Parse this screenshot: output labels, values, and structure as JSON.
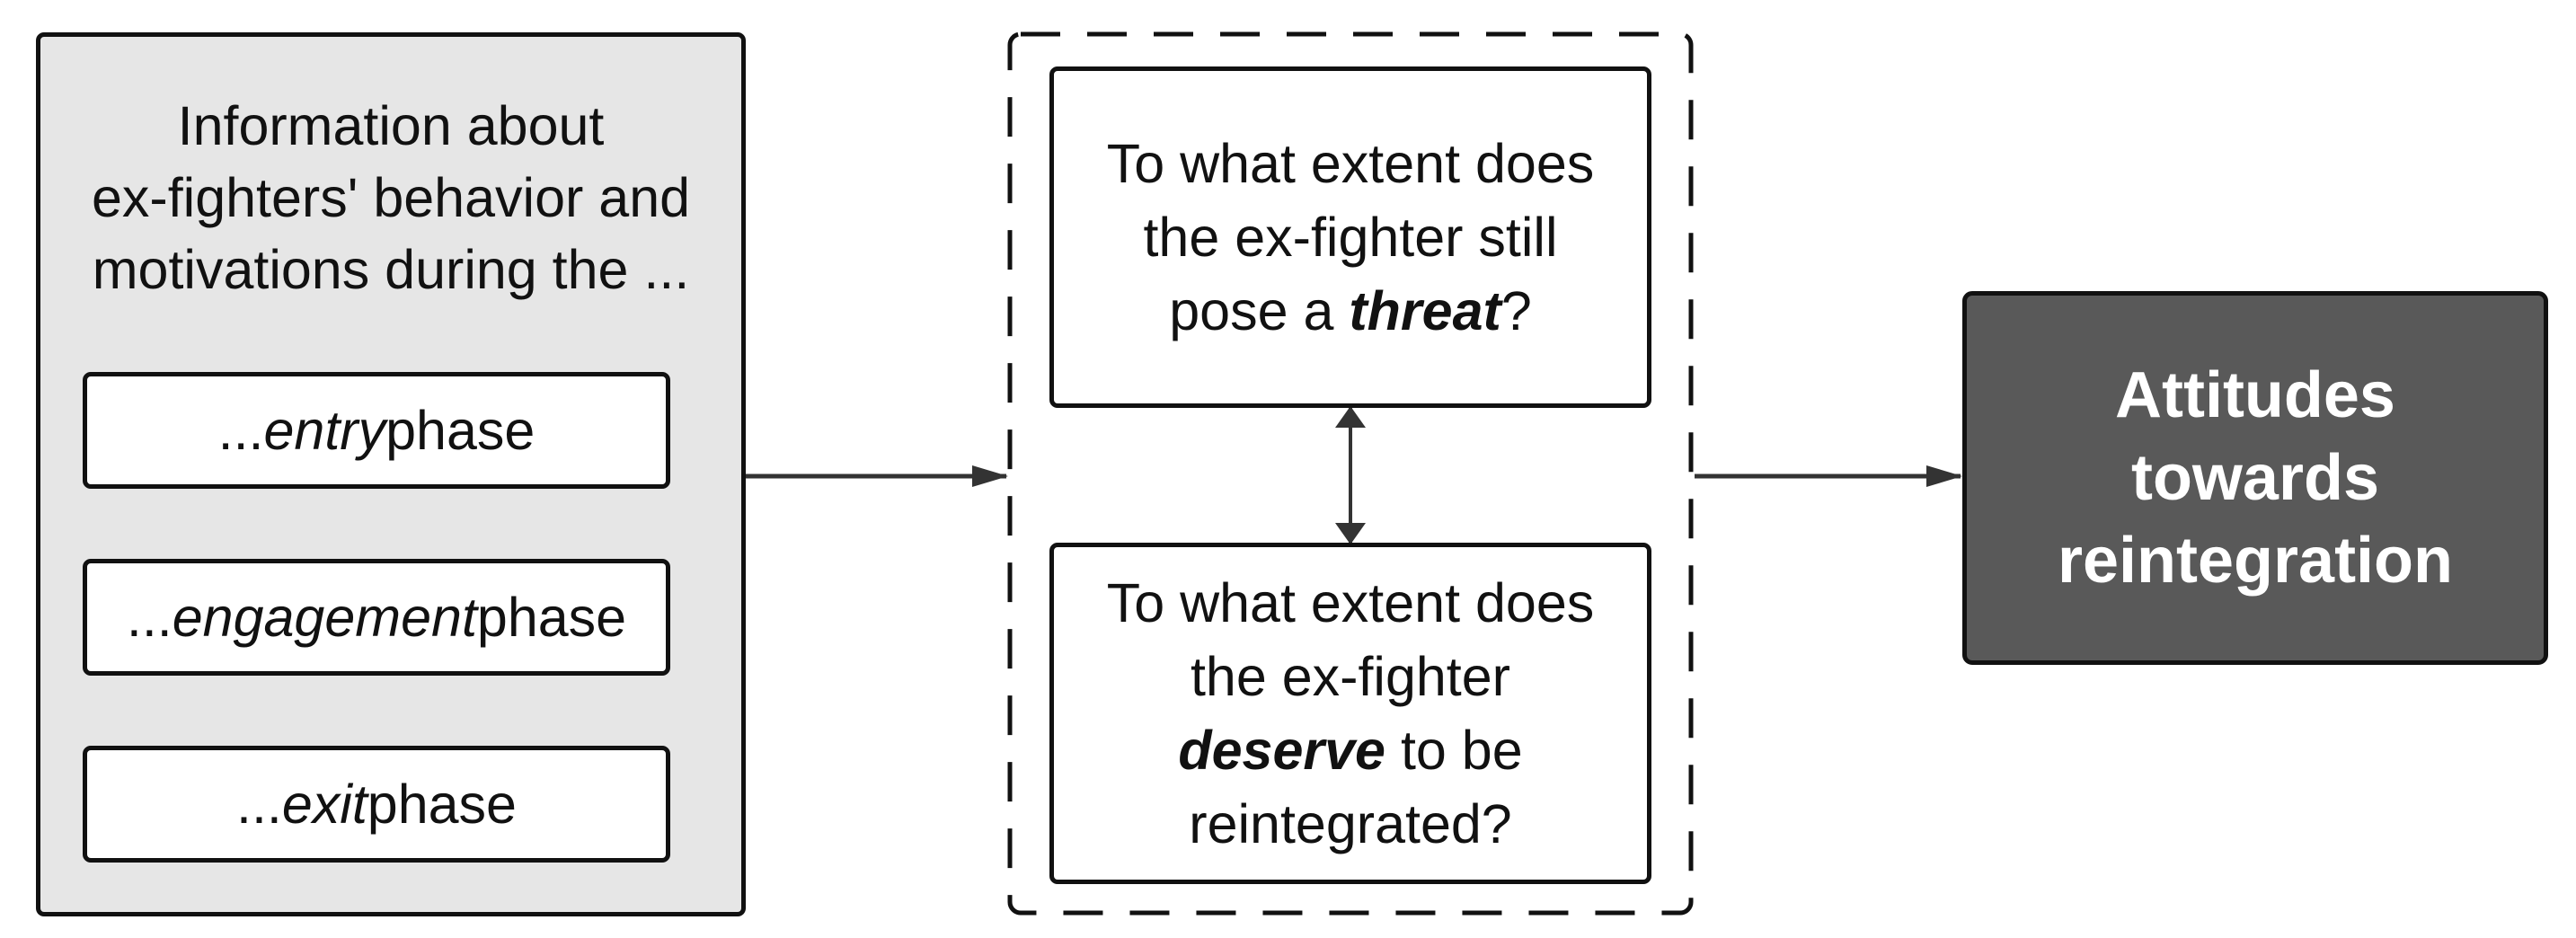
{
  "left_panel": {
    "title_lines": [
      "Information about",
      "ex-fighters' behavior and",
      "motivations during the ..."
    ],
    "phases": [
      {
        "prefix": "... ",
        "emphasis": "entry",
        "suffix": " phase"
      },
      {
        "prefix": "... ",
        "emphasis": "engagement",
        "suffix": " phase"
      },
      {
        "prefix": "... ",
        "emphasis": "exit",
        "suffix": " phase"
      }
    ]
  },
  "questions": {
    "threat": {
      "line1": "To what extent does",
      "line2": "the ex-fighter still",
      "line3_prefix": "pose a ",
      "line3_emphasis": "threat",
      "line3_suffix": "?"
    },
    "deserve": {
      "line1": "To what extent does",
      "line2": "the ex-fighter",
      "line3_emphasis": "deserve",
      "line3_suffix": " to be",
      "line4": "reintegrated?"
    }
  },
  "outcome": {
    "lines": [
      "Attitudes",
      "towards",
      "reintegration"
    ]
  },
  "colors": {
    "panel_fill": "#e6e6e6",
    "outcome_fill": "#595959",
    "stroke": "#111111",
    "arrow": "#333333"
  }
}
